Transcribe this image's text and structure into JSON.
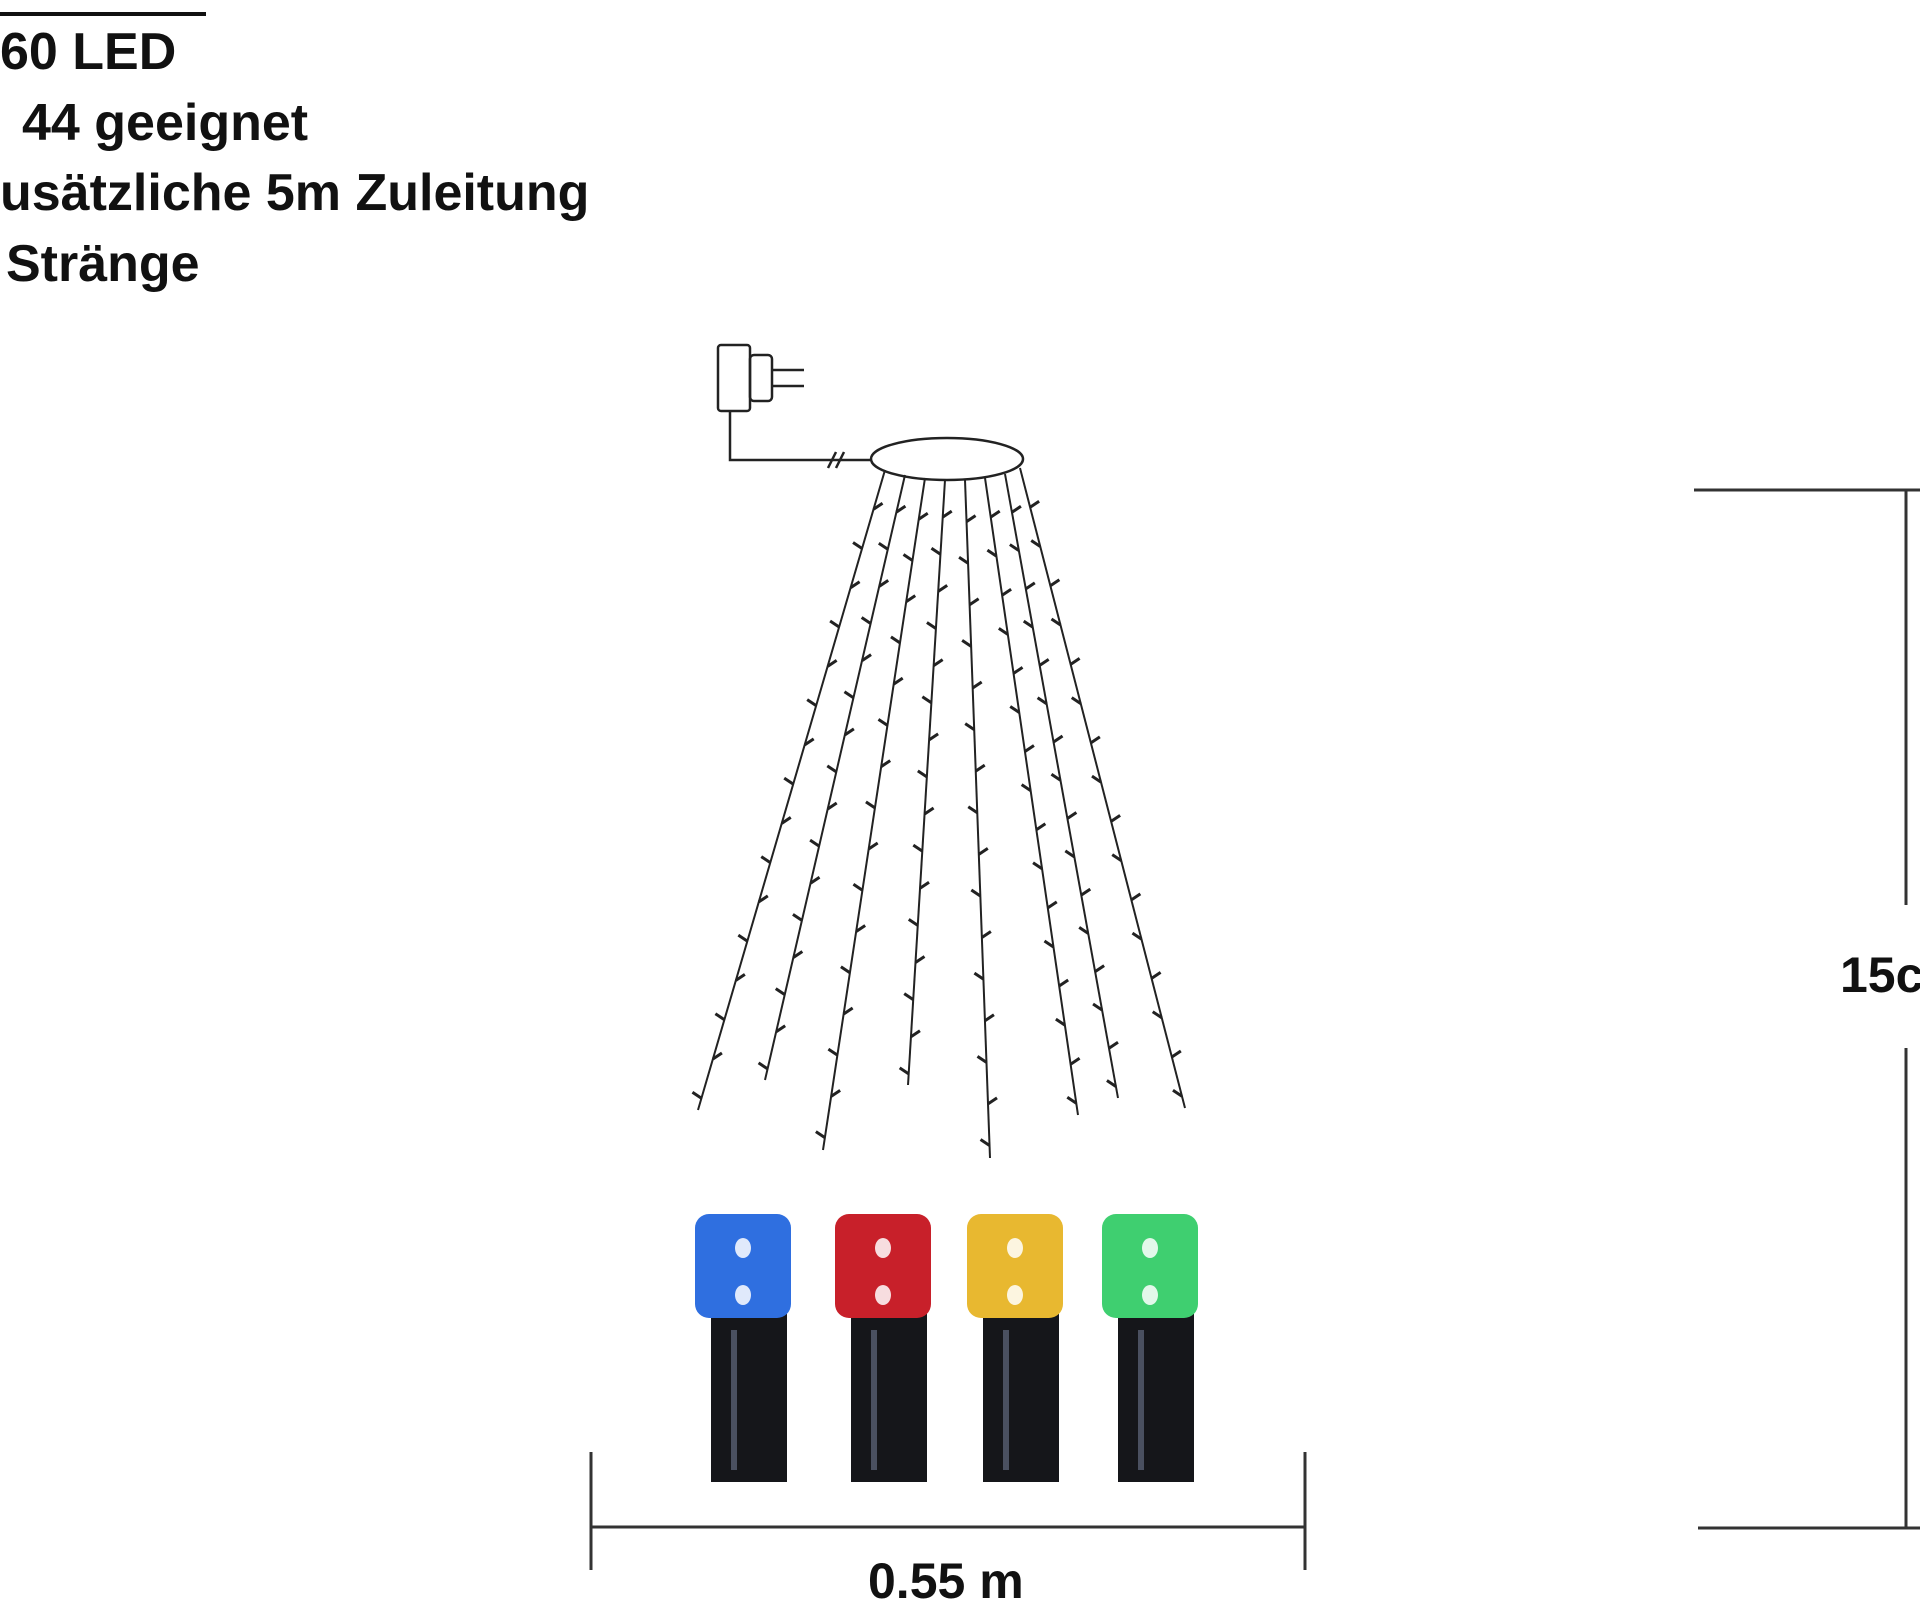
{
  "specs": {
    "line1": "60 LED",
    "line2": "44 geeignet",
    "line3": "usätzliche 5m Zuleitung",
    "line4": "Stränge"
  },
  "dimensions": {
    "width_label": "0.55 m",
    "height_label": "15c"
  },
  "led_colors": {
    "blue": "#2f6fe0",
    "red": "#c8202a",
    "yellow": "#e8b830",
    "green": "#3fcf70"
  }
}
